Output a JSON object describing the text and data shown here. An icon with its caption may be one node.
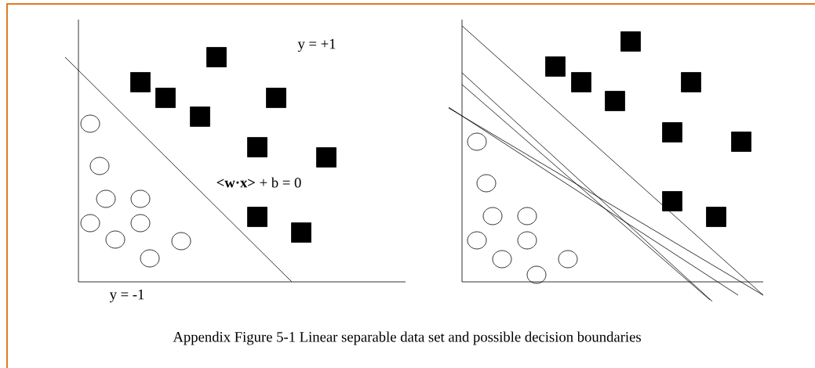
{
  "diagram": {
    "caption": "Appendix Figure 5-1 Linear separable data set and possible decision boundaries",
    "labels": [
      "y = +1",
      "**<w·x>** + b = 0",
      "y = -1"
    ]
  }
}
